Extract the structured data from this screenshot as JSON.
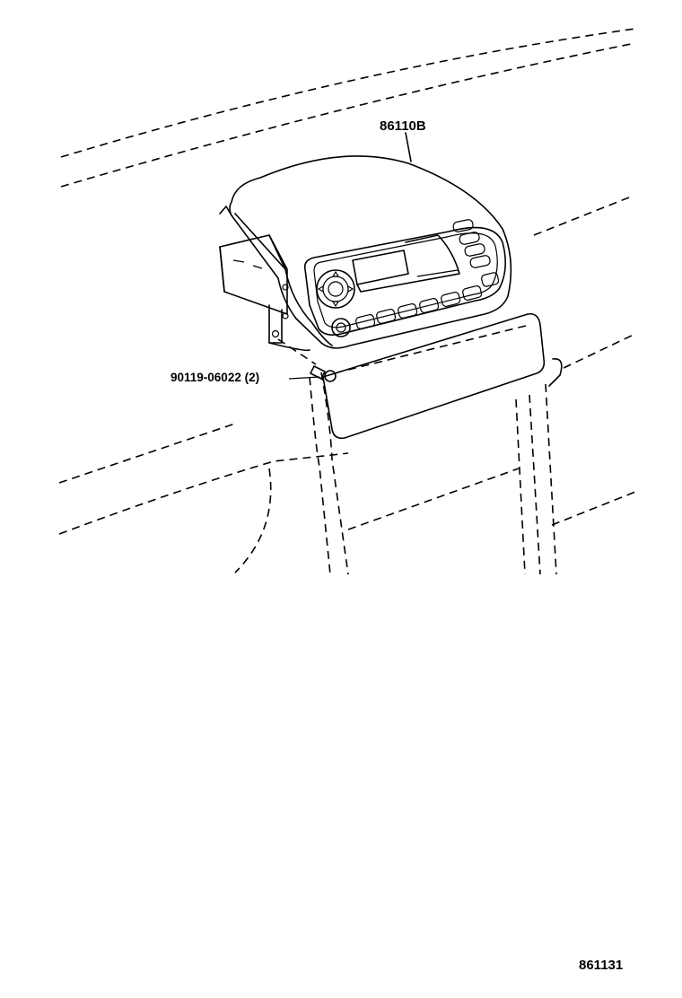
{
  "callouts": {
    "main_part": "86110B",
    "bolt_part": "90119-06022 (2)"
  },
  "illustration_code": "861131",
  "colors": {
    "ink": "#000000",
    "background": "#ffffff"
  }
}
